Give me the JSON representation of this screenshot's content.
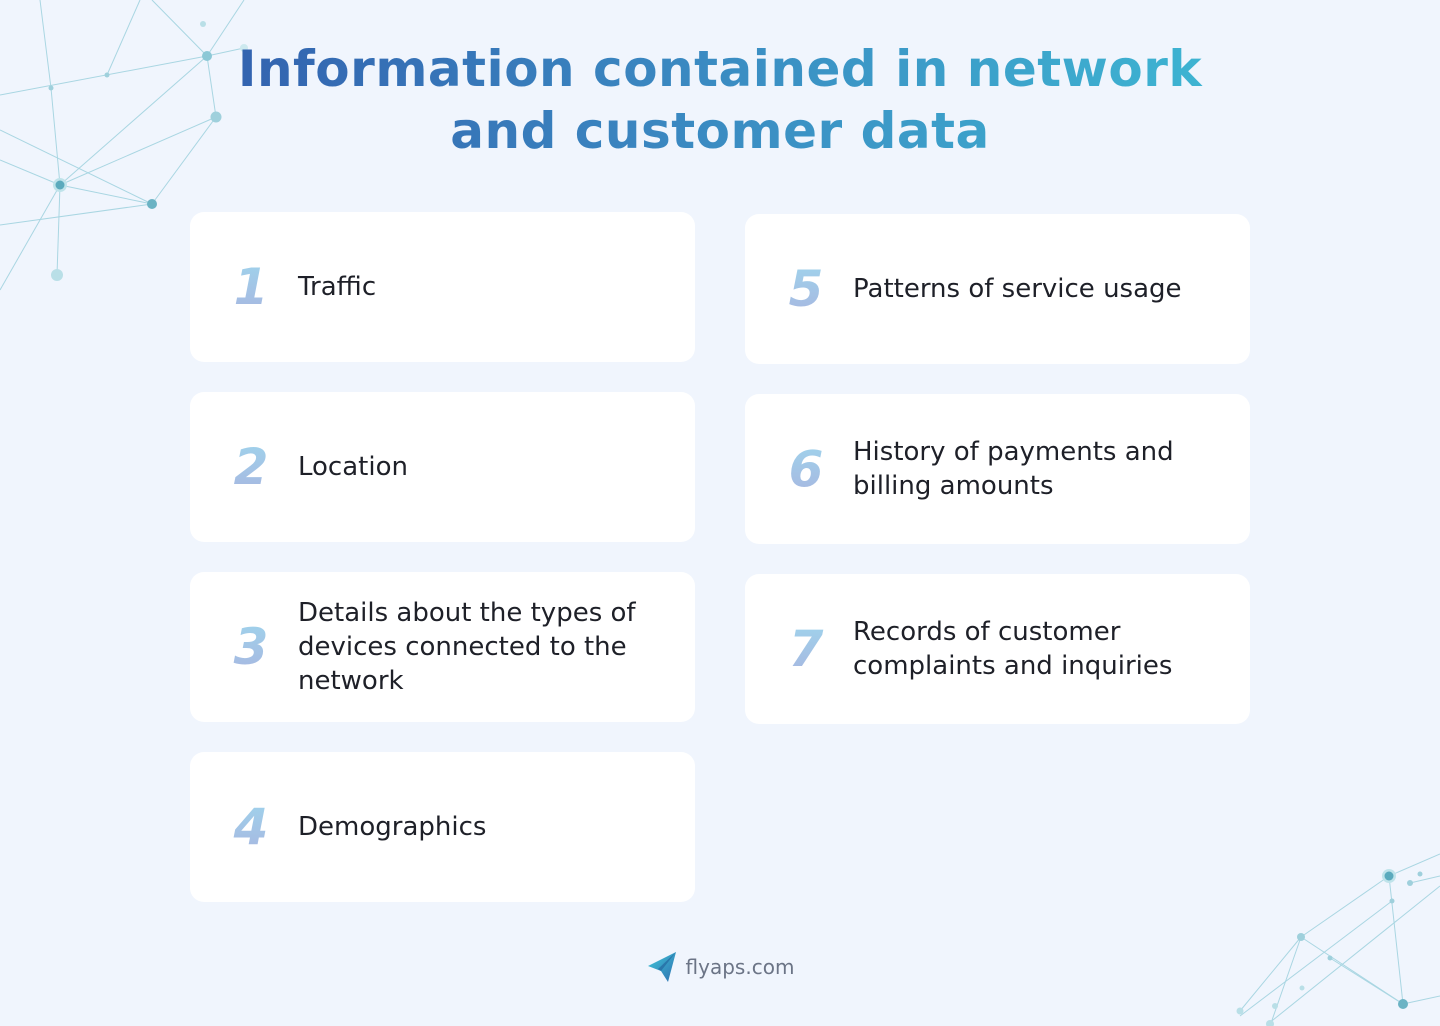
{
  "title": {
    "line1": "Information contained in network",
    "line2": "and customer data"
  },
  "items": [
    {
      "number": "1",
      "label": "Traffic"
    },
    {
      "number": "2",
      "label": "Location"
    },
    {
      "number": "3",
      "label": "Details about the types of devices connected to the network"
    },
    {
      "number": "4",
      "label": "Demographics"
    },
    {
      "number": "5",
      "label": "Patterns of service usage"
    },
    {
      "number": "6",
      "label": "History of payments and billing amounts"
    },
    {
      "number": "7",
      "label": "Records of customer complaints and inquiries"
    }
  ],
  "footer": {
    "brand": "flyaps.com",
    "logo_icon": "paper-plane-icon"
  },
  "colors": {
    "background": "#f0f5fd",
    "title_start": "#2f4fa6",
    "title_end": "#3fc7d9",
    "number_start": "#9fd4ec",
    "number_end": "#a7b6e0",
    "card": "#ffffff",
    "text": "#1e2028"
  }
}
